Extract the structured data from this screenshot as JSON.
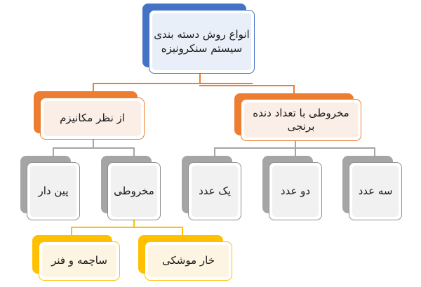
{
  "diagram": {
    "type": "hierarchy-tree",
    "colors": {
      "level1": "#4472C4",
      "level2": "#ED7D31",
      "level3": "#A5A5A5",
      "level4": "#FFC000"
    },
    "root": {
      "label": "انواع روش دسته بندی سیستم سنکرونیزه"
    },
    "level2": [
      {
        "label": "از نظر مکانیزم"
      },
      {
        "label": "مخروطی با تعداد دنده برنجی"
      }
    ],
    "mechanism_children": [
      {
        "label": "پین دار"
      },
      {
        "label": "مخروطی"
      }
    ],
    "brass_cone_children": [
      {
        "label": "یک عدد"
      },
      {
        "label": "دو عدد"
      },
      {
        "label": "سه عدد"
      }
    ],
    "conical_children": [
      {
        "label": "ساچمه و فنر"
      },
      {
        "label": "خار موشکی"
      }
    ]
  }
}
